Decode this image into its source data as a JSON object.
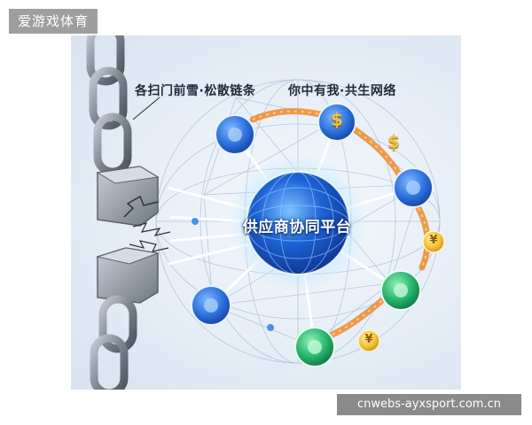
{
  "watermark_top": "爱游戏体育",
  "watermark_bottom": "cnwebs-ayxsport.com.cn",
  "diagram": {
    "left_caption": "各扫门前雪·松散链条",
    "right_caption": "你中有我·共生网络",
    "center_label": "供应商协同平台",
    "currency_dollar": "$",
    "currency_yen": "¥"
  },
  "colors": {
    "chain": "#8a929c",
    "blue_node": "#2a6fdb",
    "green_node": "#24b26a",
    "gold_coin": "#f2c23a",
    "orange_flow": "#f08a2c",
    "globe": "#1e63d6"
  }
}
